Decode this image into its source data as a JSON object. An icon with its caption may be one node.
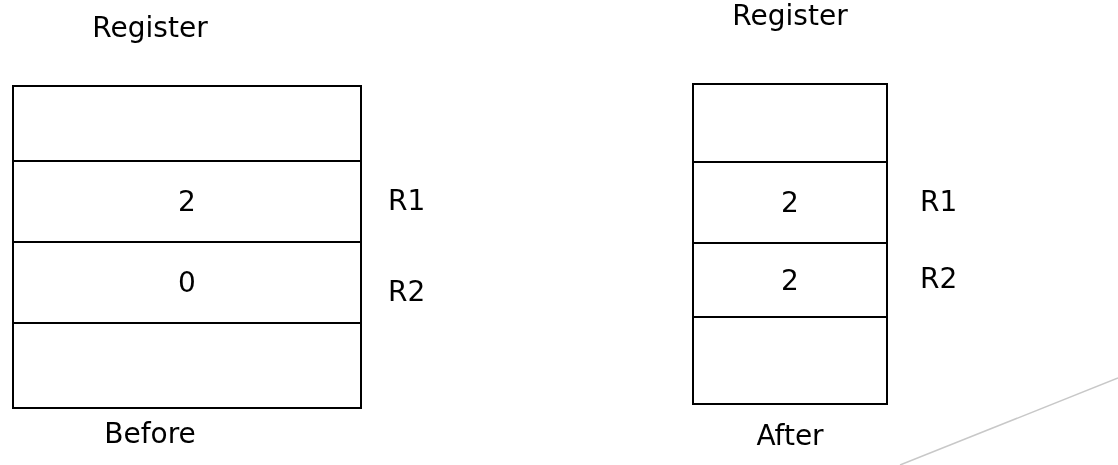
{
  "diagram": {
    "nodes": [
      {
        "text": [
          "Register"
        ],
        "beside": [
          "Before"
        ]
      },
      {
        "text": [],
        "shape": "box",
        "in": 0
      },
      {
        "text": [
          "2"
        ],
        "in": 0,
        "beside": [
          "R1"
        ]
      },
      {
        "text": [
          "0"
        ],
        "in": 0,
        "beside": [
          "R2"
        ]
      },
      {
        "text": [],
        "shape": "box",
        "in": 0
      },
      {
        "text": [
          "Register"
        ],
        "beside": [
          "After"
        ]
      },
      {
        "text": [],
        "shape": "box",
        "in": 5
      },
      {
        "text": [
          "2"
        ],
        "in": 5,
        "beside": [
          "R1"
        ]
      },
      {
        "text": [
          "2"
        ],
        "in": 5,
        "beside": [
          "R2"
        ]
      },
      {
        "text": [],
        "shape": "box",
        "in": 5
      }
    ],
    "edges": []
  }
}
